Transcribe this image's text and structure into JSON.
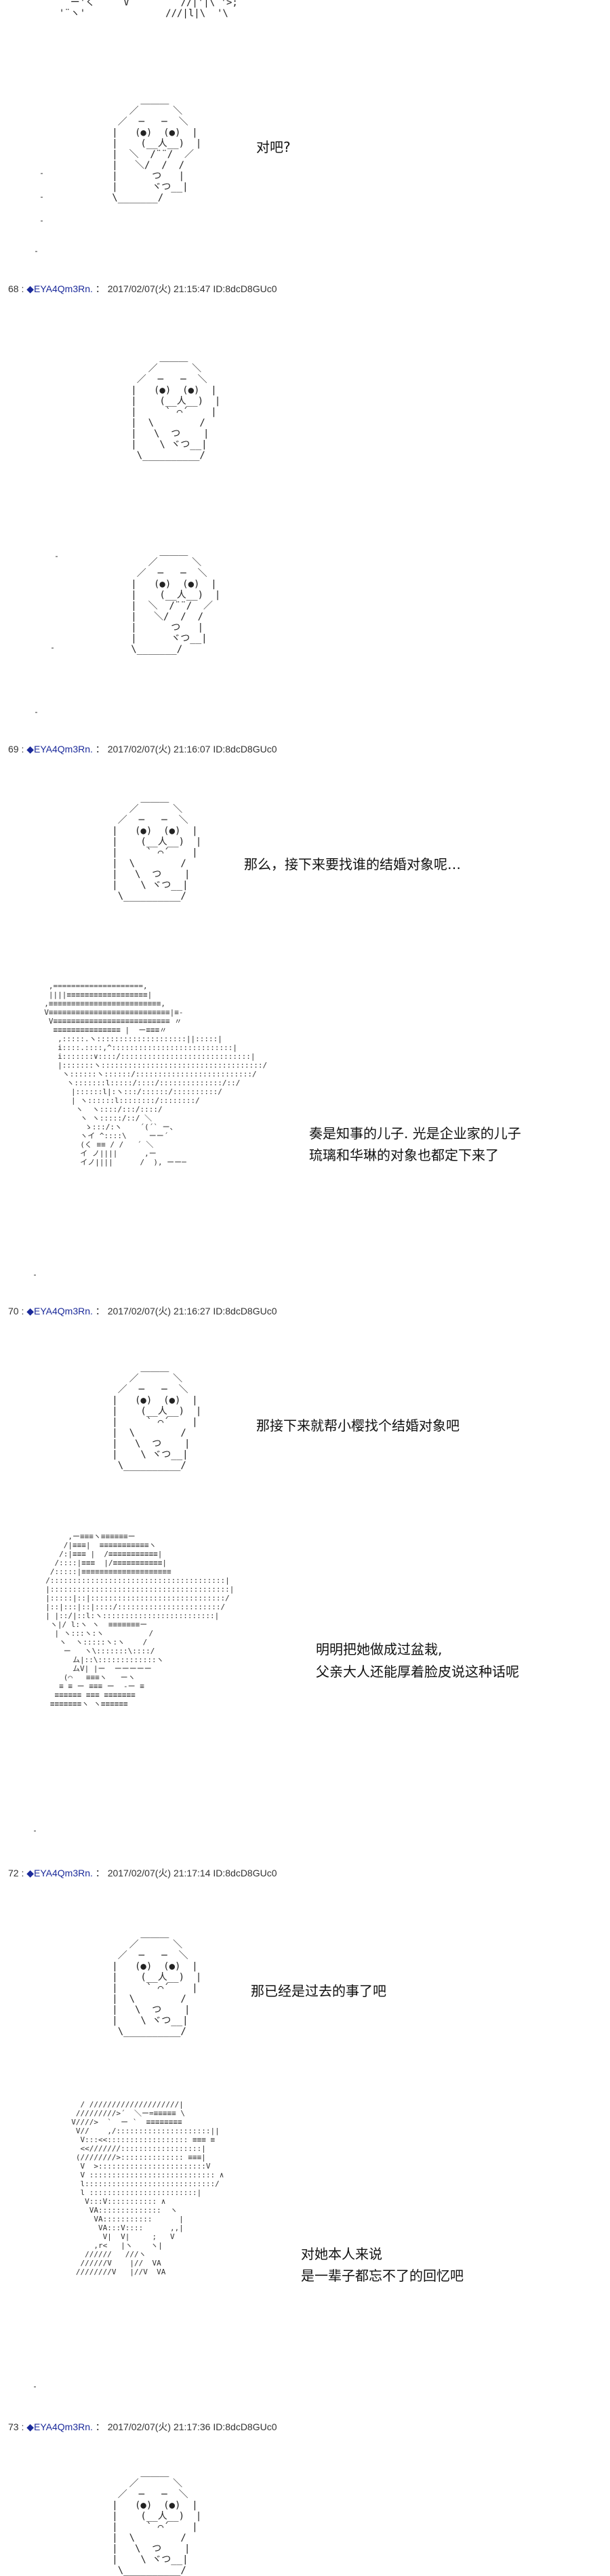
{
  "posts": [
    {
      "number": "68",
      "sep": ":",
      "name": "◆EYA4Qm3Rn.",
      "timestamp": "2017/02/07(火) 21:15:47",
      "id": "ID:8dcD8GUc0"
    },
    {
      "number": "69",
      "sep": ":",
      "name": "◆EYA4Qm3Rn.",
      "timestamp": "2017/02/07(火) 21:16:07",
      "id": "ID:8dcD8GUc0"
    },
    {
      "number": "70",
      "sep": ":",
      "name": "◆EYA4Qm3Rn.",
      "timestamp": "2017/02/07(火) 21:16:27",
      "id": "ID:8dcD8GUc0"
    },
    {
      "number": "72",
      "sep": ":",
      "name": "◆EYA4Qm3Rn.",
      "timestamp": "2017/02/07(火) 21:17:14",
      "id": "ID:8dcD8GUc0"
    },
    {
      "number": "73",
      "sep": ":",
      "name": "◆EYA4Qm3Rn.",
      "timestamp": "2017/02/07(火) 21:17:36",
      "id": "ID:8dcD8GUc0"
    }
  ],
  "dialogue": {
    "d1": "对吧?",
    "d2": "那么，接下来要找谁的结婚对象呢…",
    "d3a": "奏是知事的儿子. 光是企业家的儿子",
    "d3b": "琉璃和华琳的对象也都定下来了",
    "d4": "那接下来就帮小樱找个结婚对象吧",
    "d5a": "明明把她做成过盆栽,",
    "d5b": "父亲大人还能厚着脸皮说这种话呢",
    "d6": "那已经是过去的事了吧",
    "d7a": "对她本人来说",
    "d7b": "是一辈子都忘不了的回忆吧"
  },
  "art": {
    "top_fragment": "    ー'く     V         //|'|\\ '>;\n  '¨ヽ'              ///|l|\\  '\\",
    "blob_smirk": "        ＿＿＿\n      ／      ＼\n    ／  ─   ─  ＼\n   |   (●)  (●)  |\n   |    (__人__)  |\n   |  ＼  /¨¨/  ／\n   |   ＼/  /  /\n   |      つ   |\n   |      ヾつ__|\n   \\_______/",
    "blob_face": "        ＿＿＿\n      ／      ＼\n    ／  ─   ─  ＼\n   |   (●)  (●)  |\n   |    (__人__)  |\n   |     ` ⌒´    |\n   |  \\        /\n   |   \\  つ    |\n   |    \\ ヾつ__|\n    \\__________/",
    "man_cap": "   ,====================,\n   ||||≡≡≡≡≡≡≡≡≡≡≡≡≡≡≡≡≡≡|\n  ,≡≡≡≡≡≡≡≡≡≡≡≡≡≡≡≡≡≡≡≡≡≡≡≡≡,\n  V≡≡≡≡≡≡≡≡≡≡≡≡≡≡≡≡≡≡≡≡≡≡≡≡≡≡≡|≡-\n   V≡≡≡≡≡≡≡≡≡≡≡≡≡≡≡≡≡≡≡≡≡≡≡≡≡≡ 〃\n    ≡≡≡≡≡≡≡≡≡≡≡≡≡≡≡ |  ー≡≡≡〃\n     ,:::::.ヽ::::::::::::::::::::||:::::|\n     i::::.::::,^:::::::::::::::::::::::::::|\n     i:::::::∨::::/:::::::::::::::::::::::::::::|\n     |:::::::ヽ::::::::::::::::::::::::::::::::::::/\n      ヽ::::::ヽ::::::/::::::::::::::::::::::::::/\n       ヽ:::::::l:::::/::::/::::::::::::::/::/\n        |::::::l|:ヽ:::/::::::/::::::::::/\n        | ヽ::::::l::::::::/::::::::/\n         ヽ  ヽ::::/:::/::::/\n          ヽ ヽ:::::/::/ ＼\n           ゝ:::/:ヽ    ´(´` ー、\n          ヽイ ^::::\\     ーー´\n          (く ≡≡ / /   ´ ＼\n          イ ノ||||      ,ー\n          イノ||||      /  ), ーー─",
    "boy_dense": "       ,ー≡≡≡ヽ≡≡≡≡≡≡ー\n      /|≡≡≡|  ≡≡≡≡≡≡≡≡≡≡≡ヽ\n     /:|≡≡≡ |  /≡≡≡≡≡≡≡≡≡≡≡|\n    /::::|≡≡≡  |/≡≡≡≡≡≡≡≡≡≡≡|\n   /:::::|≡≡≡≡≡≡≡≡≡≡≡≡≡≡≡≡≡≡≡≡\n  /:::::::::::::::::::::::::::::::::::::::|\n  |::::::::::::::::::::::::::::::::::::::::|\n  |:::::|::|::::::::::::::::::::::::::::::/\n  |::|:::|::|::::/:::::::::::::::::::::::/\n  | |::/|::l:ヽ:::::::::::::::::::::::::|\n   ヽ|/ l:ヽ ヽ  ≡≡≡≡≡≡≡ー\n    | ヽ:::ヽ:ヽ          /\n     ヽ  ヽ:::::ヽ:ヽ    /\n      ー   ヽ\\:::::::\\::::/\n        ム|::\\:::::::::::::ヽ\n        ムV| |ー  ーーーーー\n      (⌒   ≡≡≡ヽ   ーヽ\n     ≡ ≡ ー ≡≡≡ ー  -ー ≡\n    ≡≡≡≡≡≡ ≡≡≡ ≡≡≡≡≡≡≡\n   ≡≡≡≡≡≡≡ヽ ヽ≡≡≡≡≡≡",
    "girl_dense": "    / ////////////////////|\n   /////////>´  ＼ー=≡≡≡≡≡ \\\n  V////>  `  ー `  ≡≡≡≡≡≡≡≡\n   V//    ,/:::::::::::::::::::::||\n    V:::<<:::::::::::::::::: ≡≡≡ ≡\n    <<///////::::::::::::::::::|\n   (////////>:::::::::::::: ≡≡≡|\n    V  >::::::::::::::::::::::::V\n    V :::::::::::::::::::::::::::: ∧\n    l:::::::::::::::::::::::::::::/\n    l ::::::::::::::::::::::::|\n     V:::V::::::::::: ∧\n      VA::::::::::::::  ヽ\n       VA:::::::::::      |\n        VA:::V::::      ,,|\n         V|  V|     ;   V\n       ,r<   |ヽ    ヽ|\n     //////   ///ヽ  \n    //////V    |//  VA\n   ////////V   |//V  VA"
  }
}
